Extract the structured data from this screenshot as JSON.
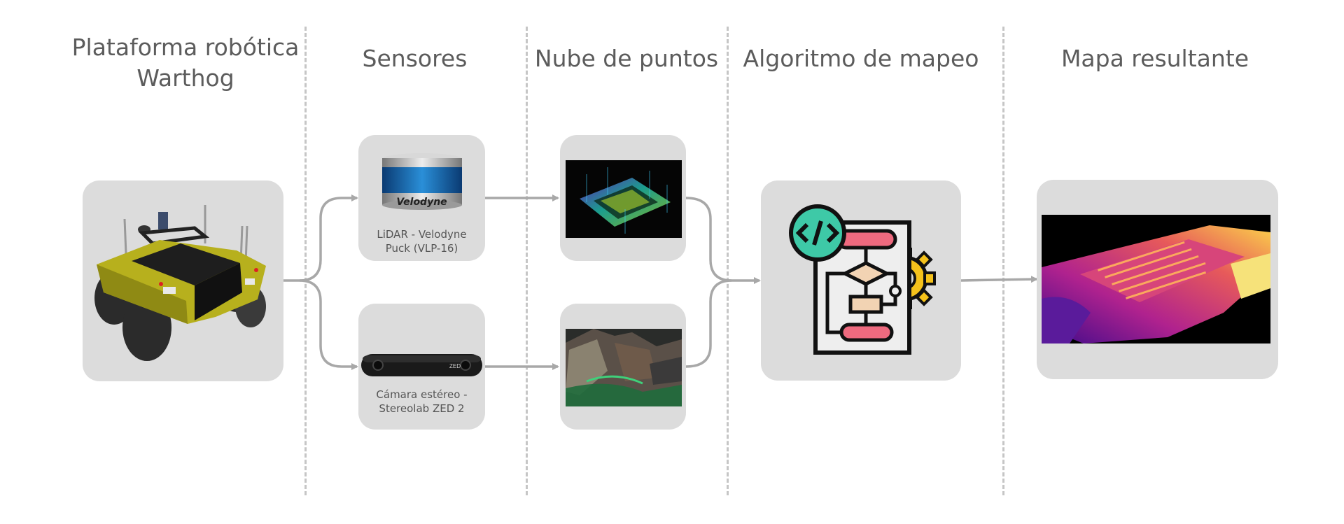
{
  "columns": [
    {
      "title": "Plataforma robótica\nWarthog"
    },
    {
      "title": "Sensores"
    },
    {
      "title": "Nube de puntos"
    },
    {
      "title": "Algoritmo de mapeo"
    },
    {
      "title": "Mapa resultante"
    }
  ],
  "sensors": {
    "lidar_caption": "LiDAR - Velodyne\nPuck (VLP-16)",
    "lidar_brand": "Velodyne",
    "camera_caption": "Cámara estéreo -\nStereolab ZED 2",
    "camera_brand": "ZED"
  },
  "icons": [
    "robot-warthog-icon",
    "lidar-sensor-icon",
    "stereo-camera-icon",
    "point-cloud-lidar-image",
    "point-cloud-camera-image",
    "algorithm-flowchart-icon",
    "resulting-map-image"
  ],
  "colors": {
    "box": "#dcdcdc",
    "arrow": "#a8a8a8",
    "divider": "#c6c6c6",
    "code_badge": "#3ec9a7",
    "flow_pink": "#ee6a7f",
    "flow_beige": "#f2d3b3",
    "gear": "#f5c21b"
  }
}
